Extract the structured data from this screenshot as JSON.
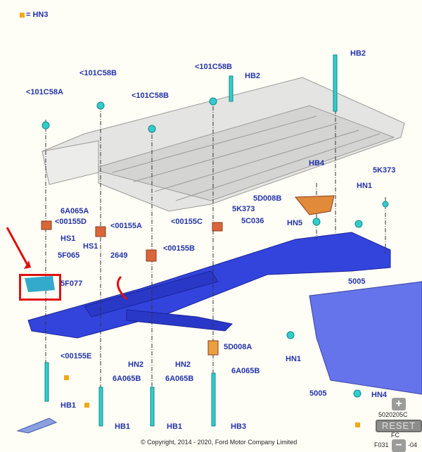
{
  "legend": {
    "swatch_color": "#f4a818",
    "text": "= HN3"
  },
  "callouts": [
    "<101C58A",
    "<101C58B",
    "<101C58B",
    "<101C58B",
    "HB2",
    "HB2",
    "HB4",
    "5K373",
    "HN1",
    "5D008B",
    "5K373",
    "5C036",
    "HN5",
    "6A065A",
    "<00155D",
    "<00155A",
    "<00155C",
    "HS1",
    "HS1",
    "5F065",
    "2649",
    "<00155B",
    "5F077",
    "5005",
    "5D008A",
    "HN1",
    "<00155E",
    "HN2",
    "HN2",
    "6A065B",
    "6A065B",
    "6A065B",
    "5005",
    "HN4",
    "HB1",
    "HB1",
    "HB1",
    "HB3"
  ],
  "copyright": "© Copyright, 2014 - 2020, Ford Motor Company Limited",
  "figure_codes": {
    "top": "5020205C",
    "mid": "FC",
    "bottom_left": "F031",
    "bottom_right": "-04"
  },
  "controls": {
    "zoom_in": "+",
    "reset": "RESET",
    "zoom_out": "−"
  },
  "colors": {
    "frame": "#3344dd",
    "body": "#e2e2e0",
    "fastener": "#33cccc",
    "mount": "#d9663a",
    "bracket": "#e08a3a",
    "highlight": "#e01010",
    "labels": "#2233aa"
  }
}
